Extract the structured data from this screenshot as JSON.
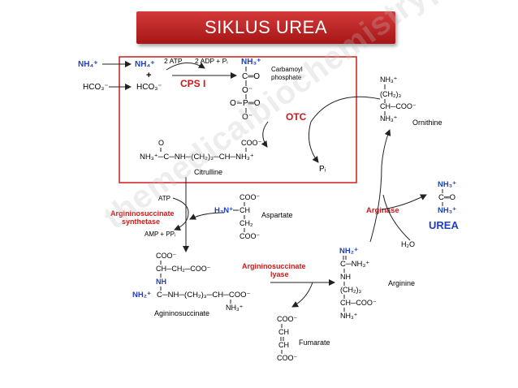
{
  "title": "SIKLUS UREA",
  "watermark": "themedicalbiochemistrypage.org",
  "colors": {
    "blue": "#1f3fbf",
    "red": "#d01818",
    "box": "#d42a2a",
    "text": "#222222",
    "banner": "#c0262a"
  },
  "reactants": {
    "nh4_left": "NH₄⁺",
    "hco3_left": "HCO₃⁻",
    "nh4": "NH₄⁺",
    "plus": "+",
    "hco3": "HCO₃⁻"
  },
  "cps1": {
    "atp": "2 ATP",
    "adp": "2 ADP + Pᵢ",
    "enzyme": "CPS I"
  },
  "carbamoyl": {
    "nh3": "NH₃⁺",
    "co": "C═O",
    "o_minus": "O⁻",
    "o_top": "O⁻",
    "pho": "P═O",
    "o_bottom": "O⁻",
    "label_line1": "Carbamoyl",
    "label_line2": "phosphate"
  },
  "otc": {
    "enzyme": "OTC",
    "pi": "Pᵢ"
  },
  "ornithine": {
    "nh3_top": "NH₃⁺",
    "ch2": "(CH₂)₃",
    "ch": "CH─COO⁻",
    "nh3_bottom": "NH₃⁺",
    "label": "Ornithine"
  },
  "citrulline": {
    "o": "O",
    "coo": "COO⁻",
    "chain": "NH₃⁺─C─NH─(CH₂)₃─CH─NH₃⁺",
    "label": "Citrulline"
  },
  "ass": {
    "atp": "ATP",
    "enzyme_line1": "Argininosuccinate",
    "enzyme_line2": "synthetase",
    "amp": "AMP + PPᵢ"
  },
  "aspartate": {
    "coo_top": "COO⁻",
    "h3n": "H₃N⁺",
    "ch": "CH",
    "ch2": "CH₂",
    "coo_bottom": "COO⁻",
    "label": "Aspartate"
  },
  "argininosuccinate": {
    "coo_top": "COO⁻",
    "ch_ch2_coo": "CH─CH₂─COO⁻",
    "nh": "NH",
    "nh2": "NH₂⁺",
    "chain": "C─NH─(CH₂)₃─CH─COO⁻",
    "nh3": "NH₃⁺",
    "label": "Agininosuccinate"
  },
  "asl": {
    "enzyme_line1": "Argininosuccinate",
    "enzyme_line2": "lyase"
  },
  "fumarate": {
    "coo_top": "COO⁻",
    "ch1": "CH",
    "ch2": "CH",
    "coo_bottom": "COO⁻",
    "label": "Fumarate"
  },
  "arginine": {
    "nh2": "NH₂⁺",
    "c_nh3": "C─NH₃⁺",
    "nh": "NH",
    "ch2": "(CH₂)₃",
    "ch": "CH─COO⁻",
    "nh3": "NH₃⁺",
    "label": "Arginine"
  },
  "arginase": {
    "enzyme": "Arginase",
    "h2o": "H₂O"
  },
  "urea": {
    "nh3_top": "NH₃⁺",
    "co": "C═O",
    "nh3_bottom": "NH₃⁺",
    "label": "UREA"
  }
}
